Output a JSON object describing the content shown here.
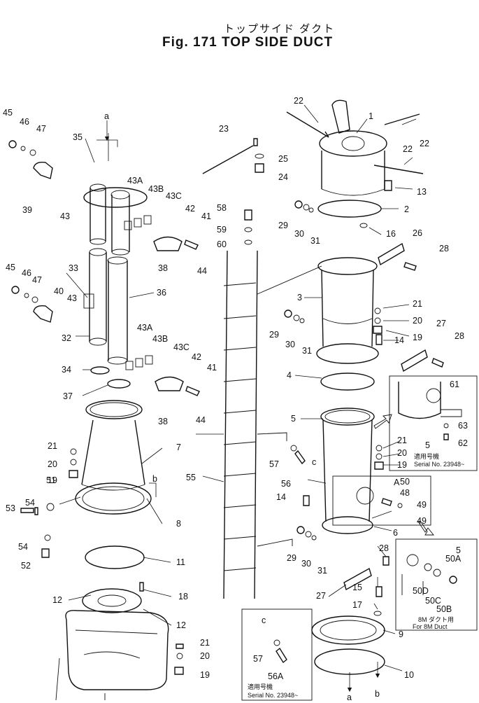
{
  "title": {
    "japanese": "トップサイド ダクト",
    "english": "Fig. 171 TOP SIDE DUCT"
  },
  "callouts": [
    {
      "id": "c1",
      "text": "1"
    },
    {
      "id": "c2",
      "text": "2"
    },
    {
      "id": "c3",
      "text": "3"
    },
    {
      "id": "c4",
      "text": "4"
    },
    {
      "id": "c5a",
      "text": "5"
    },
    {
      "id": "c5b",
      "text": "5"
    },
    {
      "id": "c5c",
      "text": "5"
    },
    {
      "id": "c6",
      "text": "6"
    },
    {
      "id": "c7",
      "text": "7"
    },
    {
      "id": "c8",
      "text": "8"
    },
    {
      "id": "c9",
      "text": "9"
    },
    {
      "id": "c10",
      "text": "10"
    },
    {
      "id": "c11",
      "text": "11"
    },
    {
      "id": "c12a",
      "text": "12"
    },
    {
      "id": "c12b",
      "text": "12"
    },
    {
      "id": "c13",
      "text": "13"
    },
    {
      "id": "c14a",
      "text": "14"
    },
    {
      "id": "c14b",
      "text": "14"
    },
    {
      "id": "c15",
      "text": "15"
    },
    {
      "id": "c16",
      "text": "16"
    },
    {
      "id": "c17",
      "text": "17"
    },
    {
      "id": "c18",
      "text": "18"
    },
    {
      "id": "c19a",
      "text": "19"
    },
    {
      "id": "c19b",
      "text": "19"
    },
    {
      "id": "c19c",
      "text": "19"
    },
    {
      "id": "c19d",
      "text": "19"
    },
    {
      "id": "c20a",
      "text": "20"
    },
    {
      "id": "c20b",
      "text": "20"
    },
    {
      "id": "c20c",
      "text": "20"
    },
    {
      "id": "c20d",
      "text": "20"
    },
    {
      "id": "c21a",
      "text": "21"
    },
    {
      "id": "c21b",
      "text": "21"
    },
    {
      "id": "c21c",
      "text": "21"
    },
    {
      "id": "c21d",
      "text": "21"
    },
    {
      "id": "c22a",
      "text": "22"
    },
    {
      "id": "c22b",
      "text": "22"
    },
    {
      "id": "c22c",
      "text": "22"
    },
    {
      "id": "c23",
      "text": "23"
    },
    {
      "id": "c24",
      "text": "24"
    },
    {
      "id": "c25",
      "text": "25"
    },
    {
      "id": "c26",
      "text": "26"
    },
    {
      "id": "c27a",
      "text": "27"
    },
    {
      "id": "c27b",
      "text": "27"
    },
    {
      "id": "c28a",
      "text": "28"
    },
    {
      "id": "c28b",
      "text": "28"
    },
    {
      "id": "c28c",
      "text": "28"
    },
    {
      "id": "c29a",
      "text": "29"
    },
    {
      "id": "c29b",
      "text": "29"
    },
    {
      "id": "c29c",
      "text": "29"
    },
    {
      "id": "c30a",
      "text": "30"
    },
    {
      "id": "c30b",
      "text": "30"
    },
    {
      "id": "c30c",
      "text": "30"
    },
    {
      "id": "c31a",
      "text": "31"
    },
    {
      "id": "c31b",
      "text": "31"
    },
    {
      "id": "c31c",
      "text": "31"
    },
    {
      "id": "c32",
      "text": "32"
    },
    {
      "id": "c33",
      "text": "33"
    },
    {
      "id": "c34",
      "text": "34"
    },
    {
      "id": "c35",
      "text": "35"
    },
    {
      "id": "c36",
      "text": "36"
    },
    {
      "id": "c37",
      "text": "37"
    },
    {
      "id": "c38a",
      "text": "38"
    },
    {
      "id": "c38b",
      "text": "38"
    },
    {
      "id": "c39",
      "text": "39"
    },
    {
      "id": "c40",
      "text": "40"
    },
    {
      "id": "c41a",
      "text": "41"
    },
    {
      "id": "c41b",
      "text": "41"
    },
    {
      "id": "c42a",
      "text": "42"
    },
    {
      "id": "c42b",
      "text": "42"
    },
    {
      "id": "c43a",
      "text": "43"
    },
    {
      "id": "c43b",
      "text": "43"
    },
    {
      "id": "c43Aa",
      "text": "43A"
    },
    {
      "id": "c43Ab",
      "text": "43A"
    },
    {
      "id": "c43Ba",
      "text": "43B"
    },
    {
      "id": "c43Bb",
      "text": "43B"
    },
    {
      "id": "c43Ca",
      "text": "43C"
    },
    {
      "id": "c43Cb",
      "text": "43C"
    },
    {
      "id": "c44a",
      "text": "44"
    },
    {
      "id": "c44b",
      "text": "44"
    },
    {
      "id": "c45a",
      "text": "45"
    },
    {
      "id": "c45b",
      "text": "45"
    },
    {
      "id": "c46a",
      "text": "46"
    },
    {
      "id": "c46b",
      "text": "46"
    },
    {
      "id": "c47a",
      "text": "47"
    },
    {
      "id": "c47b",
      "text": "47"
    },
    {
      "id": "c48",
      "text": "48"
    },
    {
      "id": "c49",
      "text": "49"
    },
    {
      "id": "c50",
      "text": "50"
    },
    {
      "id": "c50A",
      "text": "50A"
    },
    {
      "id": "c50B",
      "text": "50B"
    },
    {
      "id": "c50C",
      "text": "50C"
    },
    {
      "id": "c50D",
      "text": "50D"
    },
    {
      "id": "c51",
      "text": "51"
    },
    {
      "id": "c52",
      "text": "52"
    },
    {
      "id": "c53",
      "text": "53"
    },
    {
      "id": "c54a",
      "text": "54"
    },
    {
      "id": "c54b",
      "text": "54"
    },
    {
      "id": "c55",
      "text": "55"
    },
    {
      "id": "c56",
      "text": "56"
    },
    {
      "id": "c56A",
      "text": "56A"
    },
    {
      "id": "c57a",
      "text": "57"
    },
    {
      "id": "c57b",
      "text": "57"
    },
    {
      "id": "c58",
      "text": "58"
    },
    {
      "id": "c59",
      "text": "59"
    },
    {
      "id": "c60",
      "text": "60"
    },
    {
      "id": "c61",
      "text": "61"
    },
    {
      "id": "c62",
      "text": "62"
    },
    {
      "id": "c63",
      "text": "63"
    },
    {
      "id": "c49b",
      "text": "49"
    },
    {
      "id": "cA",
      "text": "A"
    },
    {
      "id": "ref_a_top",
      "text": "a"
    },
    {
      "id": "ref_b_left",
      "text": "b"
    },
    {
      "id": "ref_c_mid",
      "text": "c"
    },
    {
      "id": "ref_c_inset",
      "text": "c"
    },
    {
      "id": "ref_a_bottom",
      "text": "a"
    },
    {
      "id": "ref_b_bottom",
      "text": "b"
    }
  ],
  "insets": {
    "serial_upper_jp": "適用号機",
    "serial_upper": "Serial No. 23948~",
    "serial_lower_jp": "適用号機",
    "serial_lower": "Serial No. 23948~",
    "duct8m_jp": "8M ダクト用",
    "duct8m": "For 8M Duct"
  }
}
